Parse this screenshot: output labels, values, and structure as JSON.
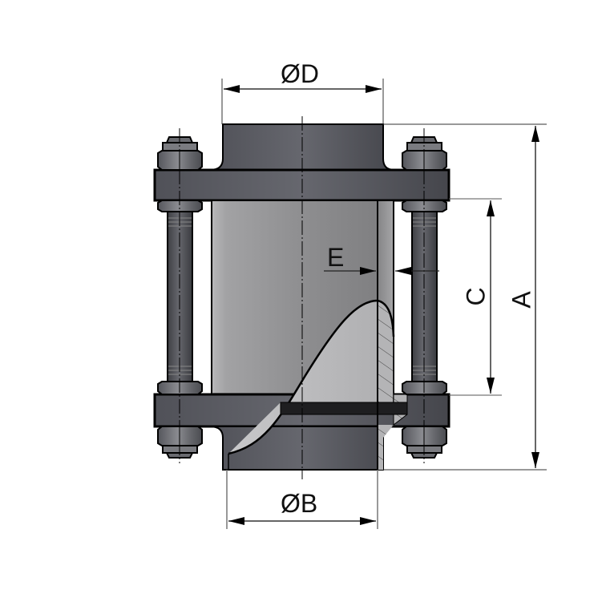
{
  "drawing": {
    "title": "Sight glass with flanges – dimension drawing",
    "colors": {
      "background": "#ffffff",
      "steel_dark": "#4a4b52",
      "steel_mid": "#5e5f66",
      "steel_light": "#8a8b90",
      "glass": "#9a9b9e",
      "glass_light": "#c4c4c6",
      "gasket": "#1e1e20",
      "outline": "#000000",
      "dimension_line": "#333333"
    }
  },
  "dimensions": {
    "D": {
      "label": "ØD",
      "description": "outer diameter of top pipe socket"
    },
    "B": {
      "label": "ØB",
      "description": "outer diameter of bottom pipe socket"
    },
    "A": {
      "label": "A",
      "description": "overall height"
    },
    "C": {
      "label": "C",
      "description": "visible glass height"
    },
    "E": {
      "label": "E",
      "description": "glass wall thickness"
    }
  },
  "parts": [
    {
      "name": "top-socket"
    },
    {
      "name": "top-flange"
    },
    {
      "name": "glass-cylinder"
    },
    {
      "name": "bottom-flange"
    },
    {
      "name": "bottom-socket"
    },
    {
      "name": "gasket"
    },
    {
      "name": "tie-rod-left"
    },
    {
      "name": "tie-rod-right"
    },
    {
      "name": "hex-nuts",
      "count": 8
    }
  ]
}
